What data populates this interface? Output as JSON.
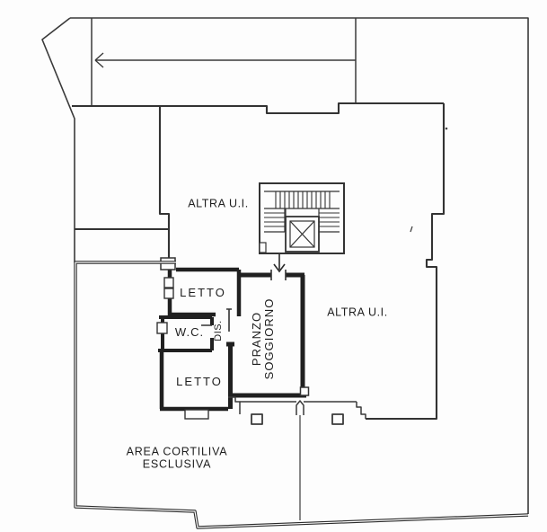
{
  "drawing": {
    "colors": {
      "background": "#fdfdfd",
      "ink": "#3a3a3a",
      "wall": "#202020"
    }
  },
  "labels": {
    "altra_ui_top": "ALTRA U.I.",
    "altra_ui_right": "ALTRA U.I.",
    "letto_top": "LETTO",
    "wc": "W.C.",
    "dis": "DIS.",
    "pranzo_line1": "PRANZO",
    "pranzo_line2": "SOGGIORNO",
    "letto_bottom": "LETTO",
    "area_cortiliva_line1": "AREA CORTILIVA",
    "area_cortiliva_line2": "ESCLUSIVA"
  },
  "icons": {
    "direction_arrow": "left-arrow",
    "entrance_arrow": "down-arrow",
    "elevator_shaft": "crossed-box",
    "staircase": "tread-lines"
  }
}
